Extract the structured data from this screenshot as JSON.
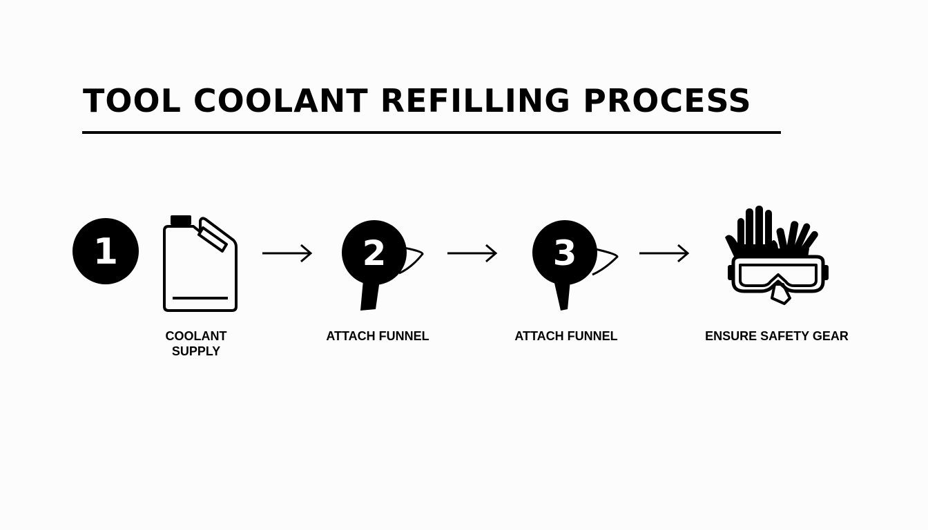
{
  "title": "TOOL COOLANT REFILLING PROCESS",
  "steps": [
    {
      "number": "1",
      "label_lines": [
        "COOLANT",
        "SUPPLY"
      ],
      "icon": "coolant-jug-icon"
    },
    {
      "number": "2",
      "label_lines": [
        "ATTACH FUNNEL"
      ],
      "icon": "funnel-icon"
    },
    {
      "number": "3",
      "label_lines": [
        "ATTACH FUNNEL"
      ],
      "icon": "funnel-icon"
    },
    {
      "number": "",
      "label_lines": [
        "ENSURE SAFETY GEAR"
      ],
      "icon": "gloves-goggles-icon"
    }
  ],
  "connector_icon": "arrow-right-icon",
  "colors": {
    "ink": "#000000",
    "background": "#fcfcfc"
  }
}
